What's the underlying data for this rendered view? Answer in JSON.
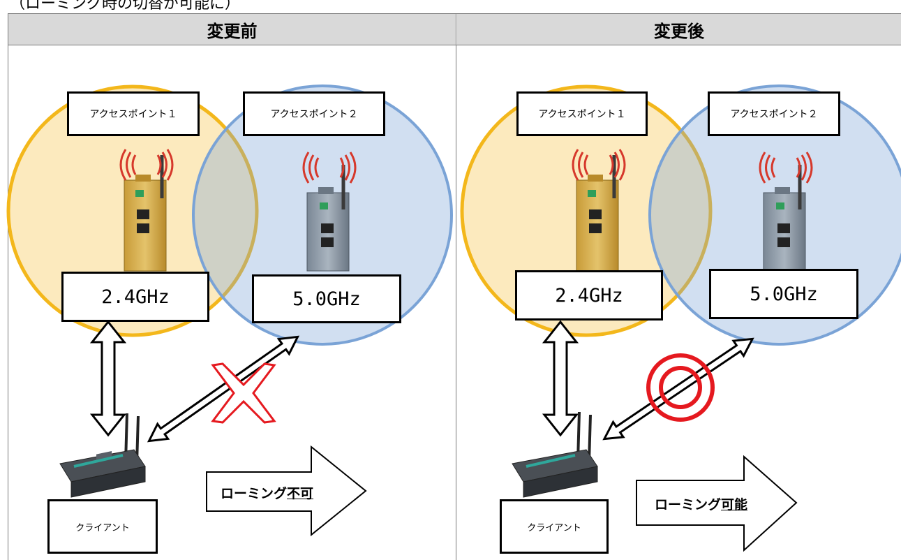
{
  "header_caption": "（ローミング時の切替が可能に）",
  "columns": {
    "before": {
      "title": "変更前",
      "ap1_label": "アクセスポイント１",
      "ap2_label": "アクセスポイント２",
      "ap1_band": "2.4GHz",
      "ap2_band": "5.0GHz",
      "client_label": "クライアント",
      "roaming_prefix": "ローミング",
      "roaming_result": "不可"
    },
    "after": {
      "title": "変更後",
      "ap1_label": "アクセスポイント１",
      "ap2_label": "アクセスポイント２",
      "ap1_band": "2.4GHz",
      "ap2_band": "5.0GHz",
      "client_label": "クライアント",
      "roaming_prefix": "ローミング",
      "roaming_result": "可能"
    }
  },
  "colors": {
    "ap1_zone": "#f6c445",
    "ap2_zone": "#7aa3d6",
    "header_bg": "#d9d9d9",
    "signal": "#d6382b",
    "mark": "#e5191f"
  }
}
